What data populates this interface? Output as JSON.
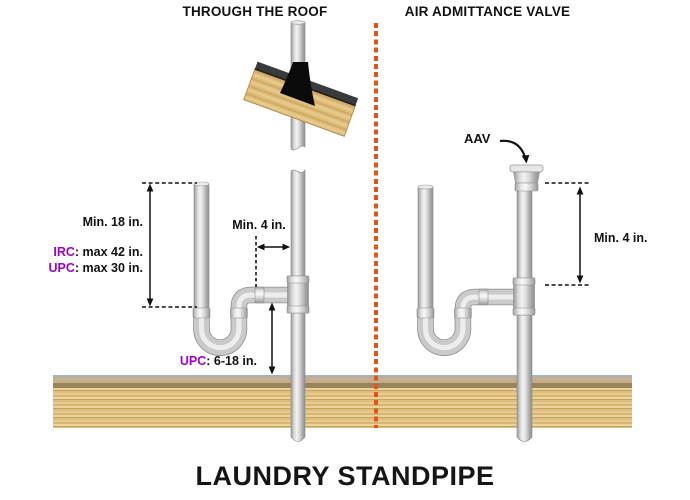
{
  "header": {
    "left_title": "THROUGH THE ROOF",
    "right_title": "AIR ADMITTANCE VALVE"
  },
  "footer": {
    "title": "LAUNDRY STANDPIPE"
  },
  "left_diagram": {
    "standpipe_min_label": "Min. 18 in.",
    "irc_code": "IRC",
    "irc_value": ": max 42 in.",
    "upc_code": "UPC",
    "upc_value": ": max 30 in.",
    "trap_arm_min_label": "Min. 4 in.",
    "trap_height_code": "UPC",
    "trap_height_value": ": 6-18 in."
  },
  "right_diagram": {
    "aav_label": "AAV",
    "aav_min_label": "Min. 4 in."
  },
  "colors": {
    "code_purple": "#9903CC",
    "divider_orange": "#E25718",
    "pipe_gray": "#C9C9C9",
    "wood_tan": "#DDBA76"
  }
}
